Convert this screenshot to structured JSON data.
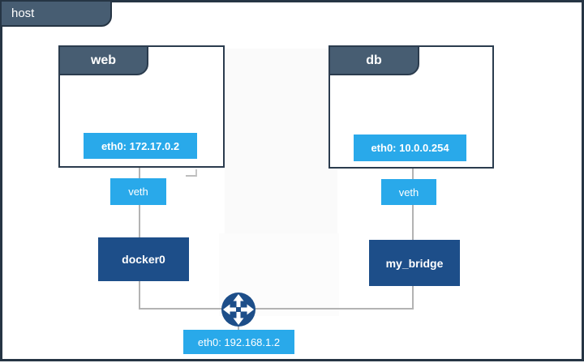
{
  "host": {
    "label": "host",
    "interface_label": "eth0: 192.168.1.2"
  },
  "containers": [
    {
      "name": "web",
      "interface_label": "eth0: 172.17.0.2",
      "veth_label": "veth",
      "bridge": "docker0"
    },
    {
      "name": "db",
      "interface_label": "eth0: 10.0.0.254",
      "veth_label": "veth",
      "bridge": "my_bridge"
    }
  ],
  "icons": {
    "router": "router-cross-arrows-icon"
  },
  "colors": {
    "tab_slate": "#475d72",
    "host_border": "#263544",
    "container_border": "#2b3c4e",
    "accent_blue": "#29a9ea",
    "navy": "#1d4e89",
    "connector_gray": "#b3b3b3",
    "text_white": "#ffffff"
  }
}
